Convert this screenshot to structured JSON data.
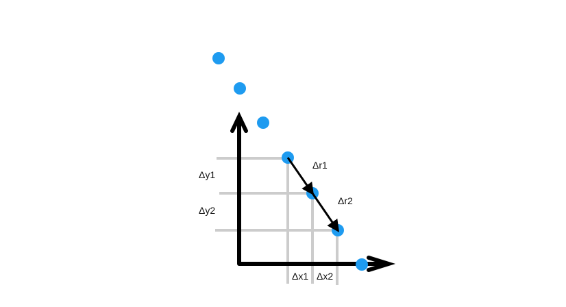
{
  "colors": {
    "background": "#ffffff",
    "point": "#1e9bf0",
    "grid": "#cccccc",
    "axis": "#000000",
    "text": "#111111"
  },
  "labels": {
    "dy1": "Δy1",
    "dy2": "Δy2",
    "dr1": "Δr1",
    "dr2": "Δr2",
    "dx1": "Δx1",
    "dx2": "Δx2"
  }
}
